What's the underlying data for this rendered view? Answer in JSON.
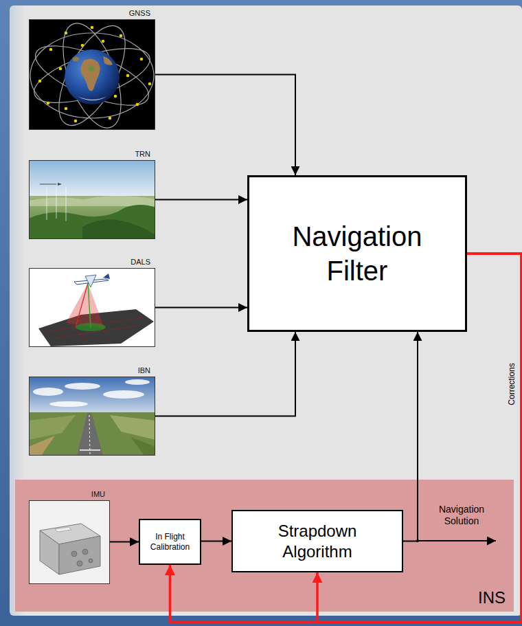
{
  "diagram": {
    "nodes": [
      {
        "text": [
          "GNSS"
        ]
      },
      {
        "text": [
          "TRN"
        ]
      },
      {
        "text": [
          "DALS"
        ]
      },
      {
        "text": [
          "Navigation Filter"
        ]
      },
      {
        "text": [
          "IBN"
        ]
      },
      {
        "text": [
          "INS"
        ]
      },
      {
        "text": [
          "IMU"
        ],
        "in": 5
      },
      {
        "text": [
          "In Flight Calibration"
        ],
        "in": 5
      },
      {
        "text": [
          "Strapdown Algorithm"
        ],
        "in": 5
      }
    ],
    "edges": [
      {
        "from": 0,
        "to": 3,
        "arrow": "to"
      },
      {
        "from": 1,
        "to": 3,
        "arrow": "to"
      },
      {
        "from": 2,
        "to": 3,
        "arrow": "to"
      },
      {
        "from": 4,
        "to": 3,
        "arrow": "to"
      },
      {
        "from": 6,
        "to": 7,
        "arrow": "to"
      },
      {
        "from": 7,
        "to": 8,
        "arrow": "to"
      },
      {
        "from": 8,
        "to": 3,
        "arrow": "to"
      },
      {
        "from": 3,
        "to": 7,
        "arrow": "to"
      },
      {
        "from": 3,
        "to": 8,
        "arrow": "to"
      }
    ],
    "labels": [
      "Navigation Solution",
      "Corrections"
    ]
  }
}
